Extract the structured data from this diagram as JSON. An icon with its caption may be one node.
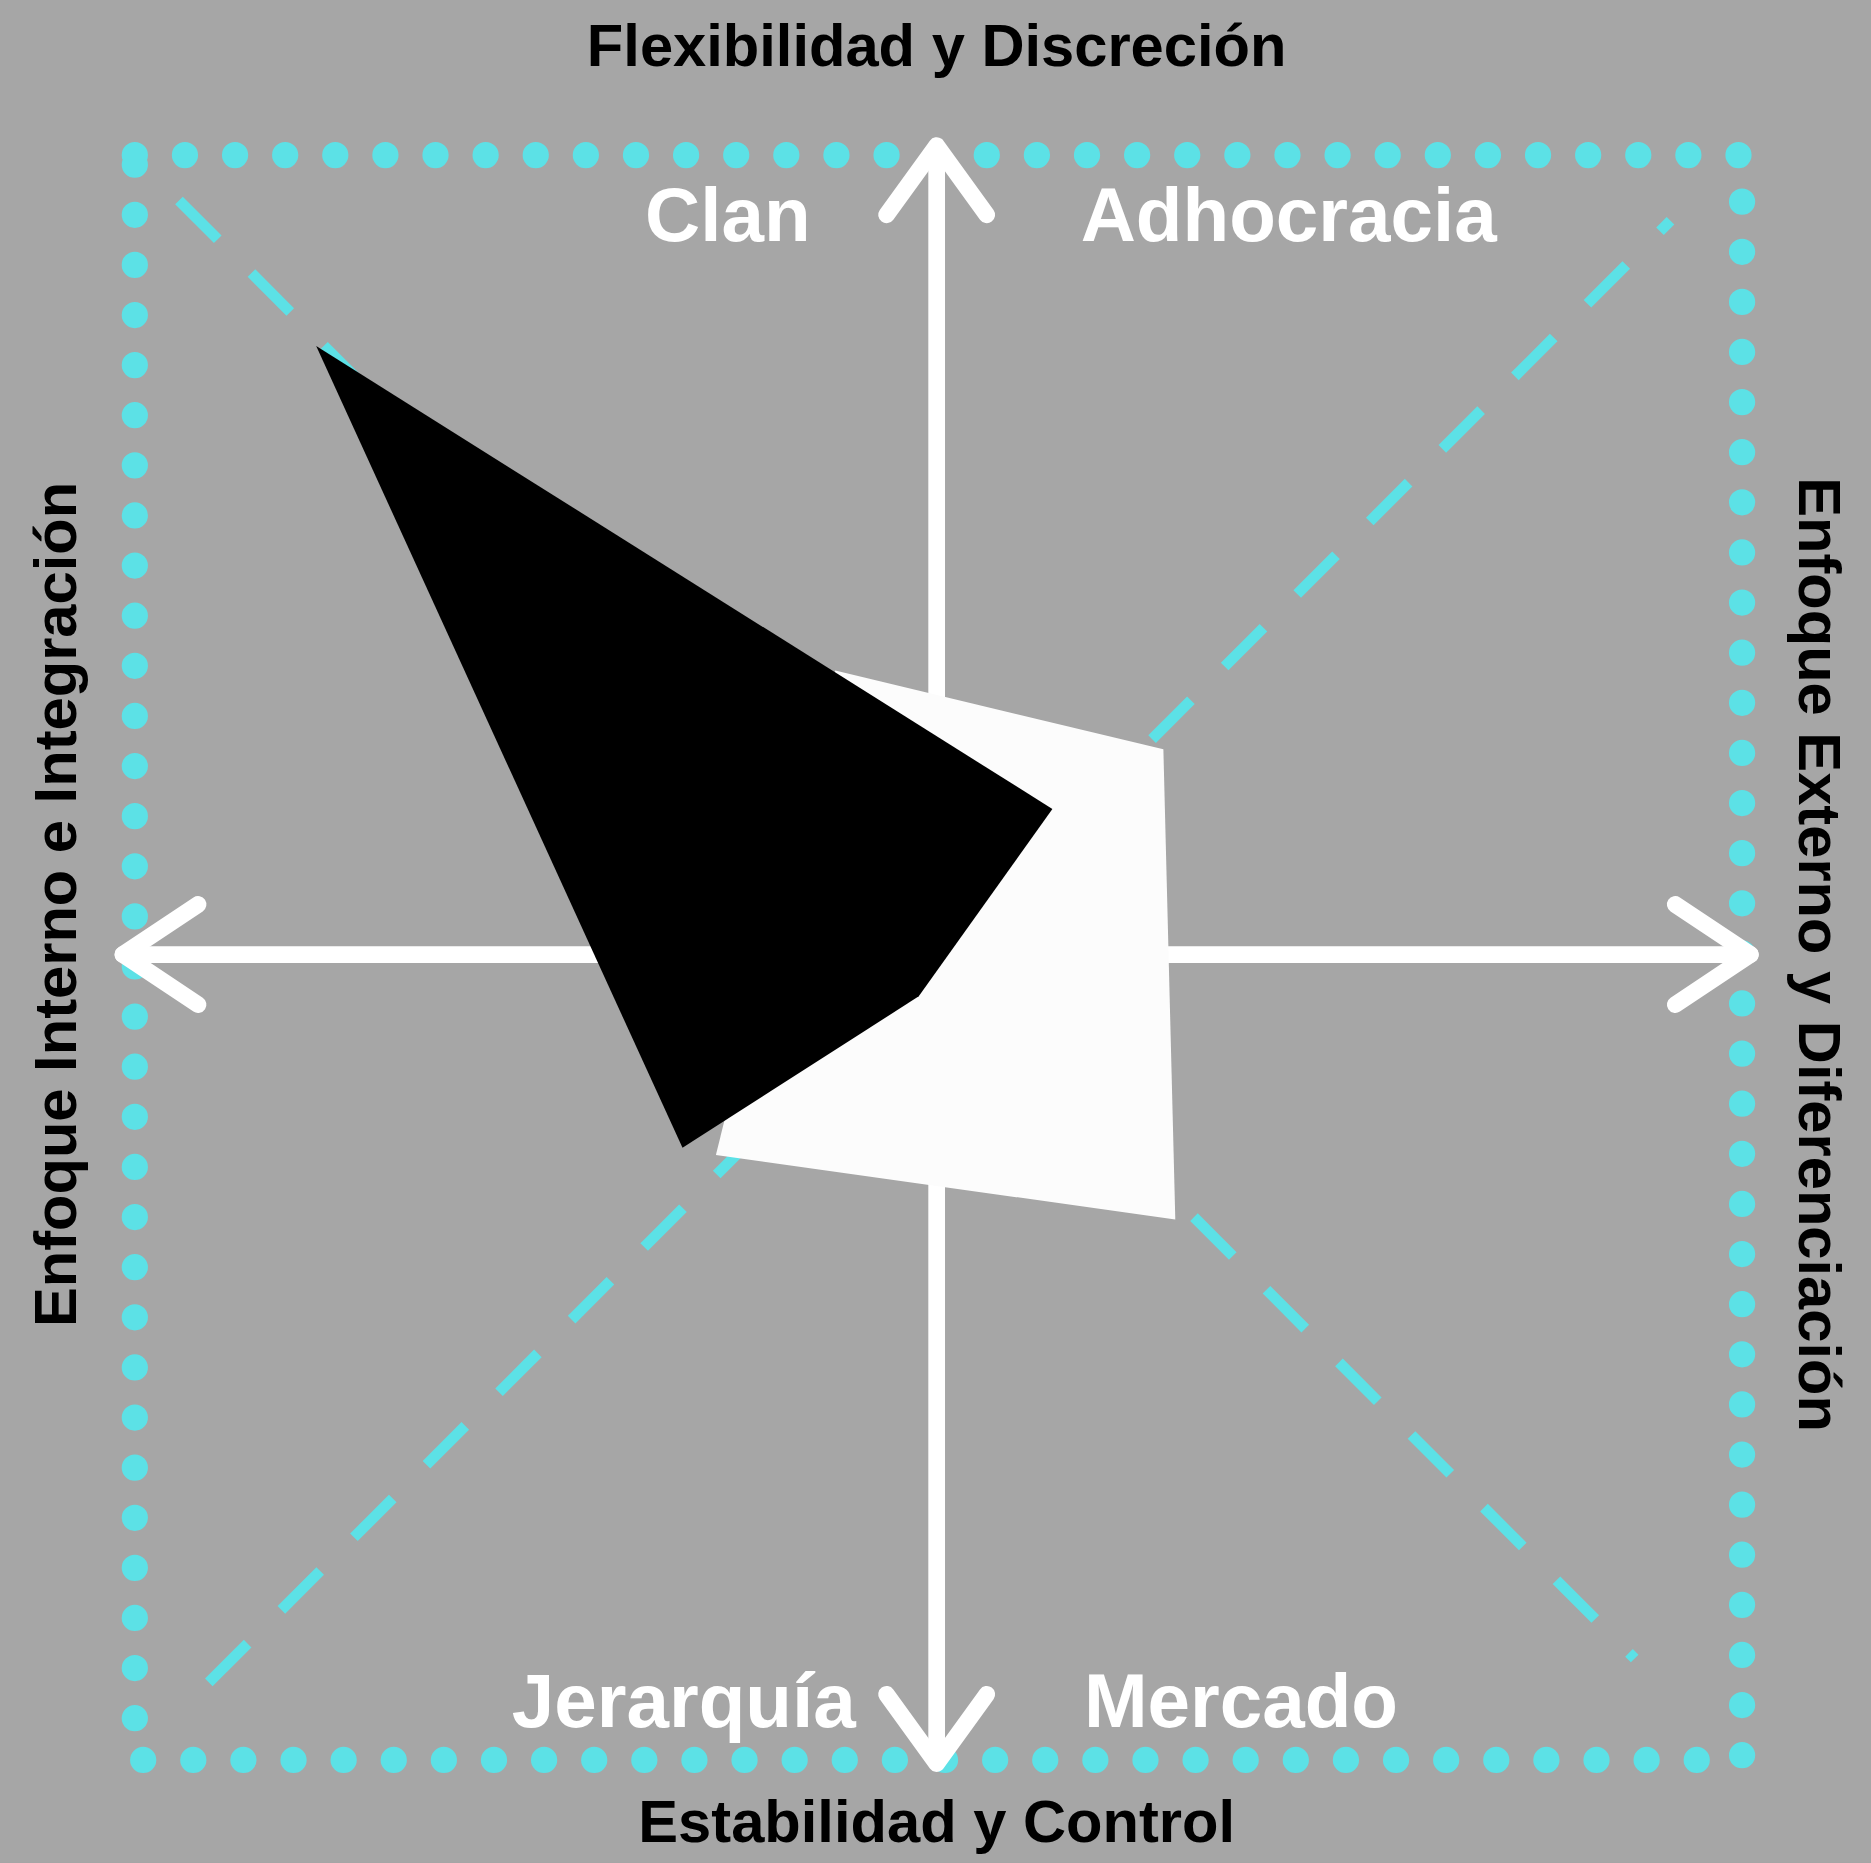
{
  "diagram": {
    "labels": [
      "Flexibilidad y Discreción",
      "Clan",
      "Adhocracia",
      "Enfoque Interno e Integración",
      "Enfoque Externo y Diferenciación",
      "Jerarquía",
      "Mercado",
      "Estabilidad y Control"
    ]
  }
}
